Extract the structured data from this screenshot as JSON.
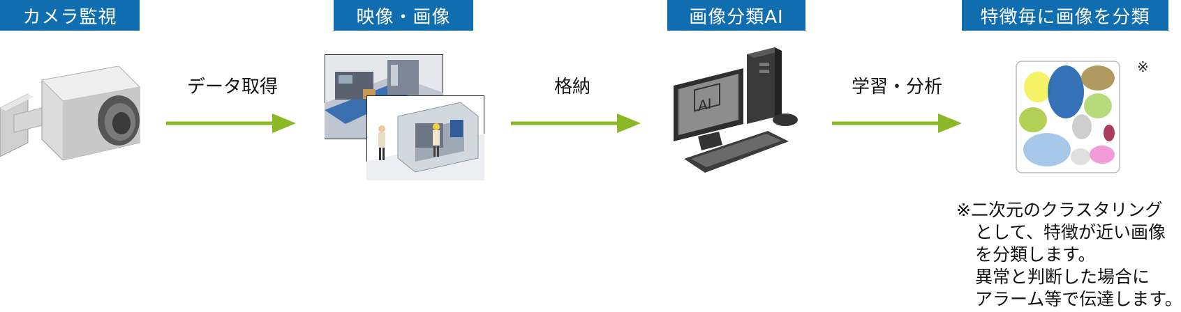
{
  "stages": [
    {
      "label": "カメラ監視"
    },
    {
      "label": "映像・画像"
    },
    {
      "label": "画像分類AI"
    },
    {
      "label": "特徴毎に画像を分類"
    }
  ],
  "arrows": [
    {
      "label": "データ取得"
    },
    {
      "label": "格納"
    },
    {
      "label": "学習・分析"
    }
  ],
  "screen_text": "AI",
  "cluster_mark": "※",
  "note": {
    "lines": [
      "※二次元のクラスタリング",
      "として、特徴が近い画像",
      "を分類します。",
      "異常と判断した場合に",
      "アラーム等で伝達します。"
    ]
  },
  "colors": {
    "label_bg": "#0f6db0",
    "arrow": "#8ab826"
  }
}
